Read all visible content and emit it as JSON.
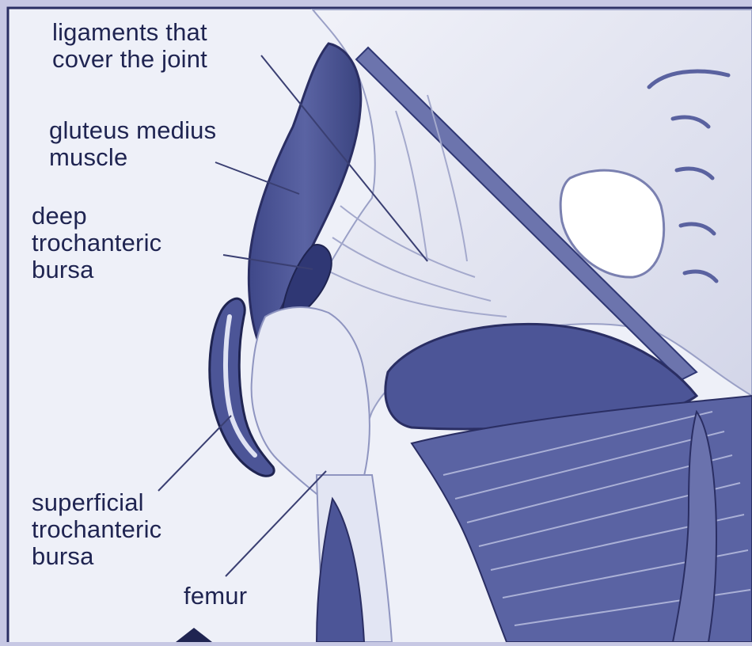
{
  "labels": {
    "ligaments": "ligaments that\ncover the joint",
    "gluteus": "gluteus medius\nmuscle",
    "deep_bursa": "deep\ntrochanteric\nbursa",
    "superficial_bursa": "superficial\ntrochanteric\nbursa",
    "femur": "femur"
  },
  "colors": {
    "border": "#2a2e63",
    "background": "#c7c8e4",
    "paper": "#eef0f8",
    "muscle": "#4c5597",
    "muscle_dark": "#2f3774",
    "bone": "#dadded",
    "line": "#3a3f72",
    "text": "#1f2451"
  }
}
